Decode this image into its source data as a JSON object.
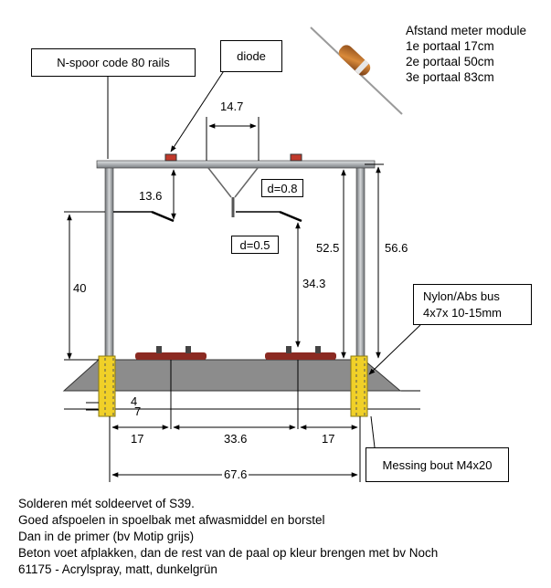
{
  "callouts": {
    "rails": "N-spoor code 80 rails",
    "diode": "diode",
    "bus": [
      "Nylon/Abs bus",
      "4x7x 10-15mm"
    ],
    "bolt": "Messing bout M4x20"
  },
  "module_info": {
    "title": "Afstand meter module",
    "lines": [
      "1e portaal 17cm",
      "2e portaal 50cm",
      "3e portaal 83cm"
    ]
  },
  "dimensions": {
    "top_gap": "14.7",
    "hanger": "13.6",
    "d1": "d=0.8",
    "d2": "d=0.5",
    "wire_height": "52.5",
    "portal_height": "56.6",
    "wire_to_rail": "34.3",
    "pole_height": "40",
    "base_a": "4",
    "base_b": "7",
    "span_left": "17",
    "span_mid": "33.6",
    "span_right": "17",
    "total_width": "67.6"
  },
  "notes": [
    "Solderen mét soldeervet of S39.",
    "Goed afspoelen in spoelbak met afwasmiddel en borstel",
    "Dan in de primer (bv Motip grijs)",
    "Beton voet afplakken, dan de rest van de paal op kleur brengen met bv Noch",
    "61175 - Acrylspray, matt, dunkelgrün"
  ]
}
